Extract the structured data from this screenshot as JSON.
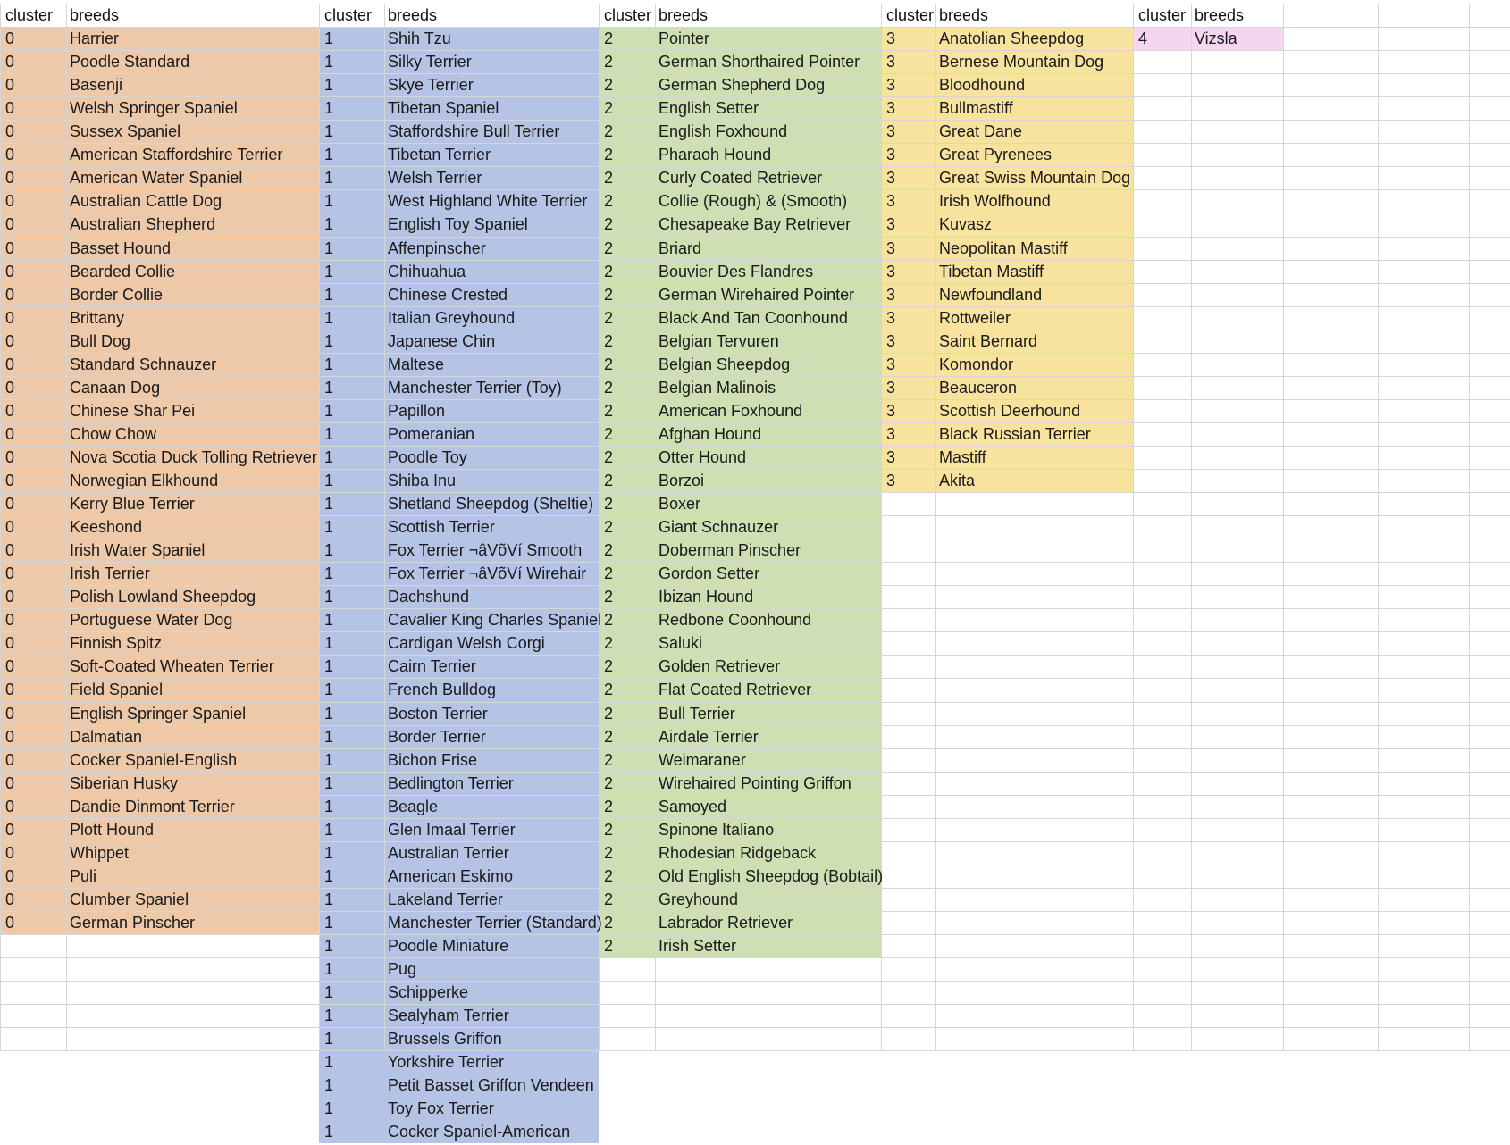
{
  "header": {
    "cluster_label": "cluster",
    "breeds_label": "breeds"
  },
  "groups": [
    {
      "id": "0",
      "color": "#EDC8A9",
      "breeds": [
        "Harrier",
        "Poodle Standard",
        "Basenji",
        "Welsh Springer Spaniel",
        "Sussex Spaniel",
        "American Staffordshire Terrier",
        "American Water Spaniel",
        "Australian Cattle Dog",
        "Australian Shepherd",
        "Basset Hound",
        "Bearded Collie",
        "Border Collie",
        "Brittany",
        "Bull Dog",
        "Standard Schnauzer",
        "Canaan Dog",
        "Chinese Shar Pei",
        "Chow Chow",
        "Nova Scotia Duck Tolling Retriever",
        "Norwegian Elkhound",
        "Kerry Blue Terrier",
        "Keeshond",
        "Irish Water Spaniel",
        "Irish Terrier",
        "Polish Lowland Sheepdog",
        "Portuguese Water Dog",
        "Finnish Spitz",
        "Soft-Coated Wheaten Terrier",
        "Field Spaniel",
        "English Springer Spaniel",
        "Dalmatian",
        "Cocker Spaniel-English",
        "Siberian Husky",
        "Dandie Dinmont Terrier",
        "Plott Hound",
        "Whippet",
        "Puli",
        "Clumber Spaniel",
        "German Pinscher"
      ]
    },
    {
      "id": "1",
      "color": "#B5C3E5",
      "breeds": [
        "Shih Tzu",
        "Silky Terrier",
        "Skye Terrier",
        "Tibetan Spaniel",
        "Staffordshire Bull Terrier",
        "Tibetan Terrier",
        "Welsh Terrier",
        "West Highland White Terrier",
        "English Toy Spaniel",
        "Affenpinscher",
        "Chihuahua",
        "Chinese Crested",
        "Italian Greyhound",
        "Japanese Chin",
        "Maltese",
        "Manchester Terrier (Toy)",
        "Papillon",
        "Pomeranian",
        "Poodle Toy",
        "Shiba Inu",
        "Shetland Sheepdog (Sheltie)",
        "Scottish Terrier",
        "Fox Terrier ¬âVõVí Smooth",
        "Fox Terrier ¬âVõVí Wirehair",
        "Dachshund",
        "Cavalier King Charles Spaniel",
        "Cardigan Welsh Corgi",
        "Cairn Terrier",
        "French Bulldog",
        "Boston Terrier",
        "Border Terrier",
        "Bichon Frise",
        "Bedlington Terrier",
        "Beagle",
        "Glen Imaal Terrier",
        "Australian Terrier",
        "American Eskimo",
        "Lakeland Terrier",
        "Manchester Terrier (Standard)",
        "Poodle Miniature",
        "Pug",
        "Schipperke",
        "Sealyham Terrier",
        "Brussels Griffon",
        "Yorkshire Terrier",
        "Petit Basset Griffon Vendeen",
        "Toy Fox Terrier",
        "Cocker Spaniel-American"
      ]
    },
    {
      "id": "2",
      "color": "#CDDFB3",
      "breeds": [
        "Pointer",
        "German Shorthaired Pointer",
        "German Shepherd Dog",
        "English Setter",
        "English Foxhound",
        "Pharaoh Hound",
        "Curly Coated Retriever",
        "Collie (Rough) & (Smooth)",
        "Chesapeake Bay Retriever",
        "Briard",
        "Bouvier Des Flandres",
        "German Wirehaired Pointer",
        "Black And Tan Coonhound",
        "Belgian Tervuren",
        "Belgian Sheepdog",
        "Belgian Malinois",
        "American Foxhound",
        "Afghan Hound",
        "Otter Hound",
        "Borzoi",
        "Boxer",
        "Giant Schnauzer",
        "Doberman Pinscher",
        "Gordon Setter",
        "Ibizan Hound",
        "Redbone Coonhound",
        "Saluki",
        "Golden Retriever",
        "Flat Coated Retriever",
        "Bull Terrier",
        "Airdale Terrier",
        "Weimaraner",
        "Wirehaired Pointing Griffon",
        "Samoyed",
        "Spinone Italiano",
        "Rhodesian Ridgeback",
        "Old English Sheepdog (Bobtail)",
        "Greyhound",
        "Labrador Retriever",
        "Irish Setter"
      ]
    },
    {
      "id": "3",
      "color": "#F7E29E",
      "breeds": [
        "Anatolian Sheepdog",
        "Bernese Mountain Dog",
        "Bloodhound",
        "Bullmastiff",
        "Great Dane",
        "Great Pyrenees",
        "Great Swiss Mountain Dog",
        "Irish Wolfhound",
        "Kuvasz",
        "Neopolitan Mastiff",
        "Tibetan Mastiff",
        "Newfoundland",
        "Rottweiler",
        "Saint Bernard",
        "Komondor",
        "Beauceron",
        "Scottish Deerhound",
        "Black Russian Terrier",
        "Mastiff",
        "Akita"
      ]
    },
    {
      "id": "4",
      "color": "#F4D6F1",
      "breeds": [
        "Vizsla"
      ]
    }
  ]
}
